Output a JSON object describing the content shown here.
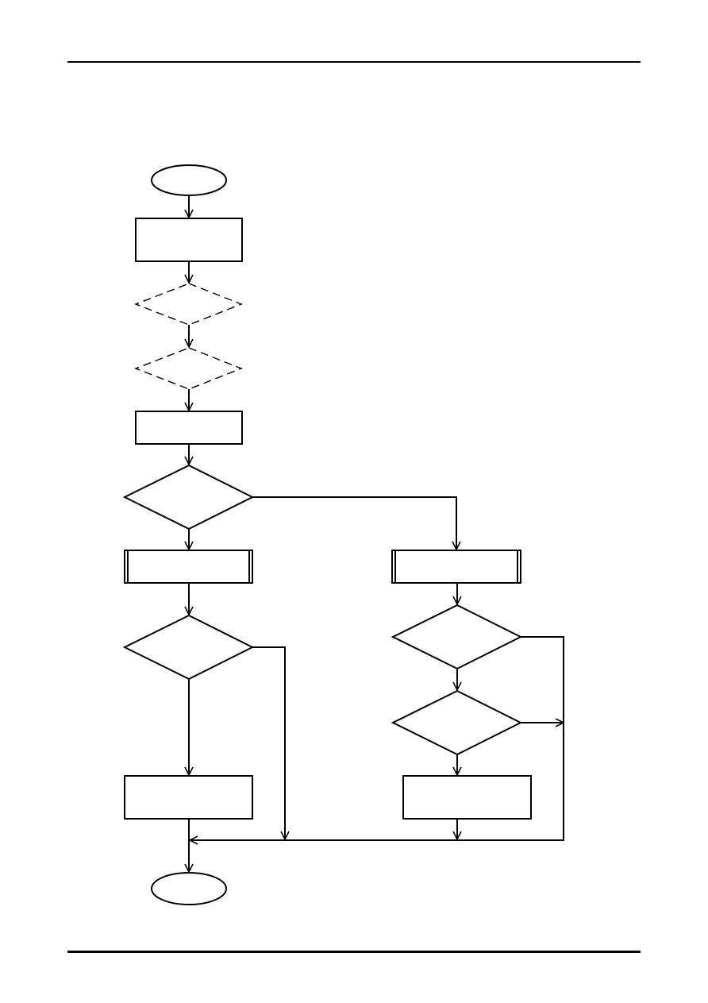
{
  "colors": {
    "stroke": "#000000",
    "background": "#ffffff"
  },
  "diagram": {
    "type": "flowchart",
    "nodes": [
      {
        "id": "start",
        "shape": "terminator",
        "label": ""
      },
      {
        "id": "process-1",
        "shape": "process",
        "label": ""
      },
      {
        "id": "optional-decision-1",
        "shape": "decision",
        "style": "dashed",
        "label": ""
      },
      {
        "id": "optional-decision-2",
        "shape": "decision",
        "style": "dashed",
        "label": ""
      },
      {
        "id": "process-2",
        "shape": "process",
        "label": ""
      },
      {
        "id": "decision-1",
        "shape": "decision",
        "label": ""
      },
      {
        "id": "subprocess-left",
        "shape": "predefined-process",
        "label": ""
      },
      {
        "id": "subprocess-right",
        "shape": "predefined-process",
        "label": ""
      },
      {
        "id": "decision-left",
        "shape": "decision",
        "label": ""
      },
      {
        "id": "decision-right-1",
        "shape": "decision",
        "label": ""
      },
      {
        "id": "decision-right-2",
        "shape": "decision",
        "label": ""
      },
      {
        "id": "process-left",
        "shape": "process",
        "label": ""
      },
      {
        "id": "process-right",
        "shape": "process",
        "label": ""
      },
      {
        "id": "end",
        "shape": "terminator",
        "label": ""
      }
    ],
    "edges": [
      {
        "from": "start",
        "to": "process-1"
      },
      {
        "from": "process-1",
        "to": "optional-decision-1"
      },
      {
        "from": "optional-decision-1",
        "to": "optional-decision-2"
      },
      {
        "from": "optional-decision-2",
        "to": "process-2"
      },
      {
        "from": "process-2",
        "to": "decision-1"
      },
      {
        "from": "decision-1",
        "to": "subprocess-left"
      },
      {
        "from": "decision-1",
        "to": "subprocess-right"
      },
      {
        "from": "subprocess-left",
        "to": "decision-left"
      },
      {
        "from": "decision-left",
        "to": "process-left"
      },
      {
        "from": "decision-left",
        "to": "end"
      },
      {
        "from": "subprocess-right",
        "to": "decision-right-1"
      },
      {
        "from": "decision-right-1",
        "to": "decision-right-2"
      },
      {
        "from": "decision-right-1",
        "to": "end"
      },
      {
        "from": "decision-right-2",
        "to": "process-right"
      },
      {
        "from": "decision-right-2",
        "to": "end"
      },
      {
        "from": "process-right",
        "to": "end"
      },
      {
        "from": "process-left",
        "to": "end"
      }
    ]
  }
}
